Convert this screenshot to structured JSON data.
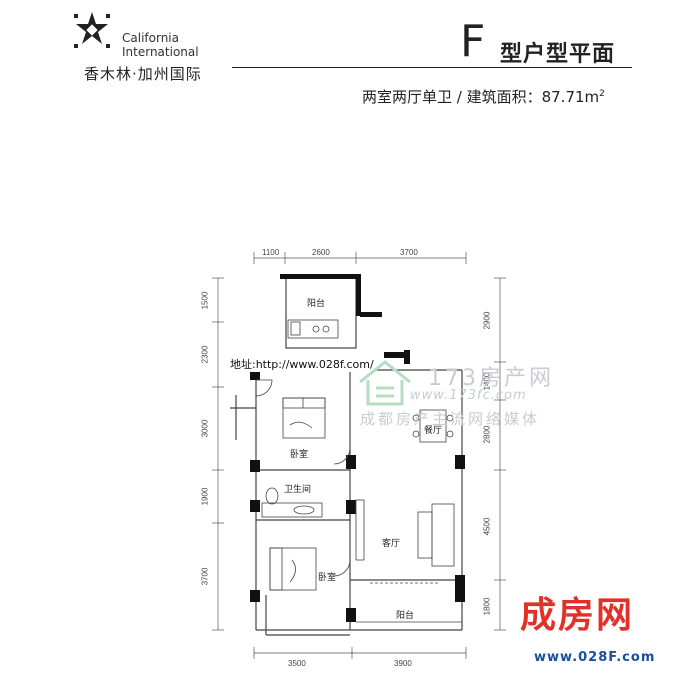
{
  "header": {
    "logo_en_line1": "California",
    "logo_en_line2": "International",
    "logo_cn": "香木林·加州国际",
    "title_letter": "F",
    "title_text": "型户型平面",
    "subtitle_prefix": "两室两厅单卫 / 建筑面积：",
    "subtitle_area": "87.71m",
    "subtitle_sup": "2"
  },
  "dimensions": {
    "top": [
      "1100",
      "2600",
      "3700"
    ],
    "bottom": [
      "3500",
      "3900"
    ],
    "left": [
      "1500",
      "2300",
      "3000",
      "1900",
      "3700"
    ],
    "right": [
      "2900",
      "1400",
      "2800",
      "4500",
      "1800"
    ]
  },
  "rooms": {
    "balcony_top": "阳台",
    "bedroom_1": "卧室",
    "bathroom": "卫生间",
    "dining": "餐厅",
    "living": "客厅",
    "bedroom_2": "卧室",
    "balcony_bottom": "阳台"
  },
  "watermarks": {
    "url_text": "地址:http://www.028f.com/",
    "site_173": "173房产网",
    "site_173_url": "www.173fc.com",
    "media": "成都房产主流网络媒体"
  },
  "brand": {
    "name": "成房网",
    "url": "www.028F.com",
    "color": "#e1322a",
    "url_color": "#1a4fa0"
  }
}
